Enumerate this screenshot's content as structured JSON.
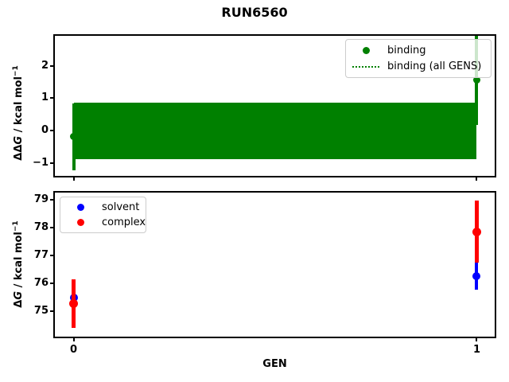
{
  "title": "RUN6560",
  "chart_data": {
    "type": "scatter",
    "plots": [
      {
        "name": "binding-ddg-plot",
        "ylabel": {
          "prefix": "ΔΔ",
          "g": "G",
          "unit": " / kcal mol",
          "sup": "−1"
        },
        "xlim": [
          -0.0464,
          1.0444
        ],
        "ylim": [
          -1.39,
          2.92
        ],
        "yticks": [
          2,
          1,
          0,
          -1
        ],
        "ytick_labels": [
          "2",
          "1",
          "0",
          "−1"
        ],
        "xticks": [
          0,
          1
        ],
        "xtick_labels": [],
        "series": [
          {
            "name": "binding",
            "color": "#008000",
            "marker": "circle",
            "markersize": 9,
            "linewidth": 4,
            "x": [
              0,
              1
            ],
            "y": [
              -0.17,
              1.55
            ],
            "err_lo": [
              -1.21,
              0.18
            ],
            "err_hi": [
              0.83,
              2.95
            ]
          }
        ],
        "band": {
          "name": "binding (all GENS)",
          "color": "#008000",
          "style": "dotted",
          "x": [
            0,
            1
          ],
          "lo": -0.88,
          "hi": 0.87
        },
        "legend": {
          "position": "upper right",
          "entries": [
            {
              "label": "binding",
              "marker": "circle",
              "color": "#008000"
            },
            {
              "label": "binding (all GENS)",
              "marker": "dotted-line",
              "color": "#008000"
            }
          ]
        }
      },
      {
        "name": "dg-plot",
        "xlabel": "GEN",
        "ylabel": {
          "prefix": "Δ",
          "g": "G",
          "unit": " / kcal mol",
          "sup": "−1"
        },
        "xlim": [
          -0.0464,
          1.0444
        ],
        "ylim": [
          74.09,
          79.26
        ],
        "yticks": [
          79,
          78,
          77,
          76,
          75
        ],
        "ytick_labels": [
          "79",
          "78",
          "77",
          "76",
          "75"
        ],
        "xticks": [
          0,
          1
        ],
        "xtick_labels": [
          "0",
          "1"
        ],
        "series": [
          {
            "name": "solvent",
            "color": "#0000ff",
            "marker": "circle",
            "markersize": 10,
            "linewidth": 4,
            "x": [
              0,
              1
            ],
            "y": [
              75.5,
              76.27
            ],
            "err_lo": [
              74.95,
              75.77
            ],
            "err_hi": [
              76.05,
              76.77
            ]
          },
          {
            "name": "complex",
            "color": "#ff0000",
            "marker": "circle",
            "markersize": 11,
            "linewidth": 5,
            "x": [
              0,
              1
            ],
            "y": [
              75.27,
              77.86
            ],
            "err_lo": [
              74.39,
              76.74
            ],
            "err_hi": [
              76.15,
              78.98
            ]
          }
        ],
        "legend": {
          "position": "upper left",
          "entries": [
            {
              "label": "solvent",
              "marker": "circle",
              "color": "#0000ff"
            },
            {
              "label": "complex",
              "marker": "circle",
              "color": "#ff0000"
            }
          ]
        }
      }
    ]
  }
}
